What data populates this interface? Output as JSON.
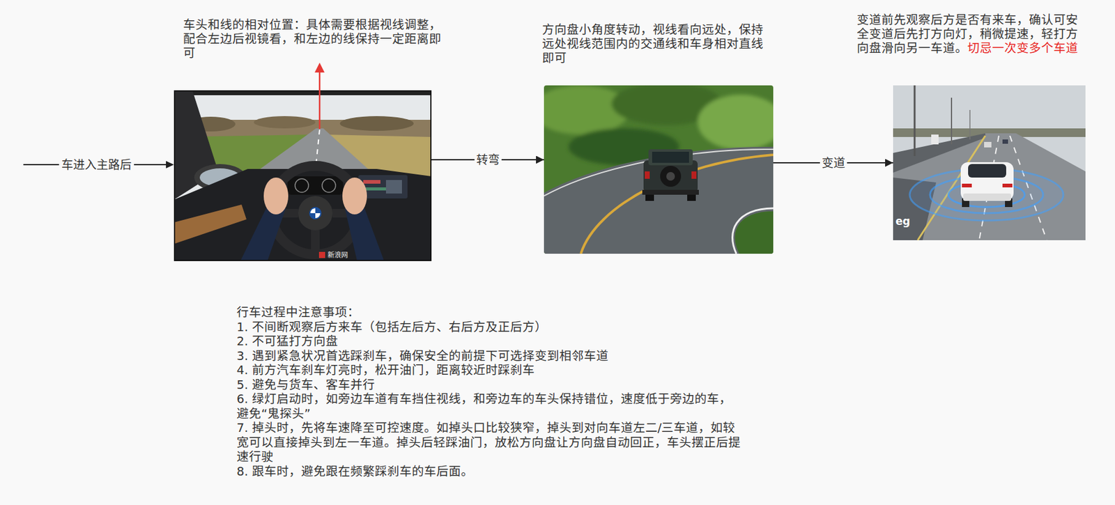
{
  "diagram": {
    "nodes": [
      {
        "text": [
          "车头和线的相对位置：具体需要根据视线调整，配合左边后视镜看，和左边的线保持一定距离即可"
        ]
      },
      {
        "text": [
          "方向盘小角度转动，视线看向远处，保持远处视线范围内的交通线和车身相对直线即可"
        ]
      },
      {
        "text": [
          "变道前先观察后方是否有来车，确认可安全变道后先打方向灯，稍微提速，轻打方向盘滑向另一车道。",
          "切忌一次变多个车道"
        ]
      }
    ],
    "edges": [
      {
        "from": 0,
        "to": 1,
        "label": "转弯",
        "arrow": "to"
      },
      {
        "from": 1,
        "to": 2,
        "label": "变道",
        "arrow": "to"
      }
    ],
    "labels": [
      "车进入主路后",
      "新浪网",
      "eg",
      "行车过程中注意事项：",
      "1. 不间断观察后方来车（包括左后方、右后方及正后方）",
      "2. 不可猛打方向盘",
      "3. 遇到紧急状况首选踩刹车，确保安全的前提下可选择变到相邻车道",
      "4. 前方汽车刹车灯亮时，松开油门，距离较近时踩刹车",
      "5. 避免与货车、客车并行",
      "6. 绿灯启动时，如旁边车道有车挡住视线，和旁边车的车头保持错位，速度低于旁边的车，避免“鬼探头”",
      "7. 掉头时，先将车速降至可控速度。如掉头口比较狭窄，掉头到对向车道左二/三车道，如较宽可以直接掉头到左一车道。掉头后轻踩油门，放松方向盘让方向盘自动回正，车头摆正后提速行驶",
      "8. 跟车时，避免跟在频繁踩刹车的车后面。"
    ]
  }
}
